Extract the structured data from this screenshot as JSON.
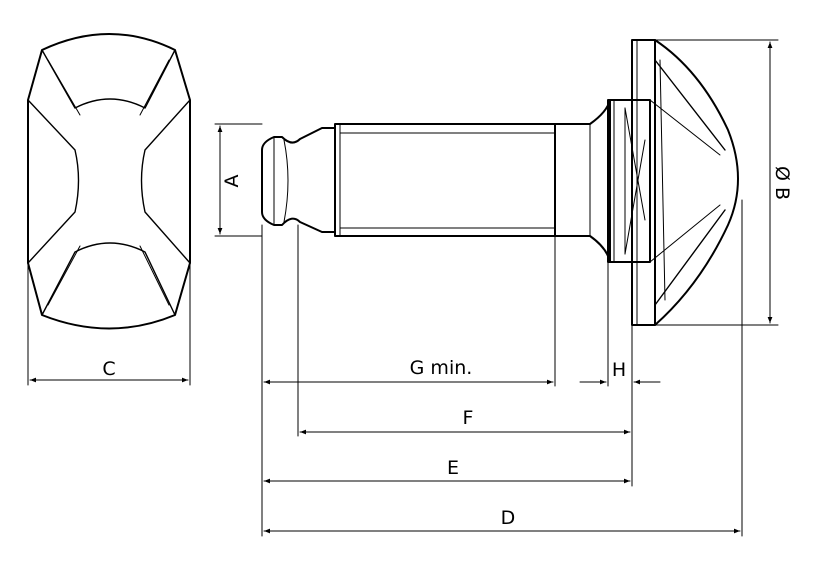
{
  "labels": {
    "a": "A",
    "b": "Ø B",
    "c": "C",
    "d": "D",
    "e": "E",
    "f": "F",
    "g": "G min.",
    "h": "H"
  }
}
